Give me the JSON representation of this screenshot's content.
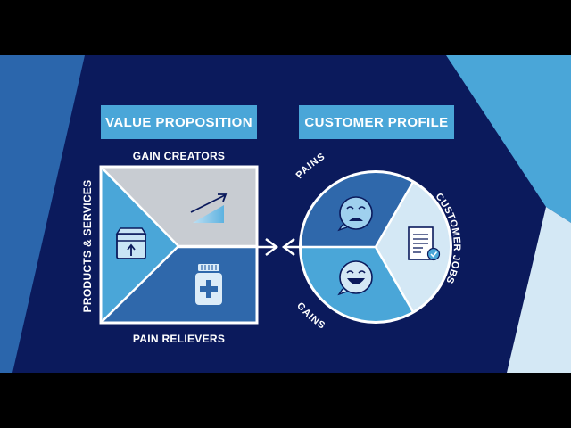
{
  "value_proposition": {
    "title": "VALUE PROPOSITION",
    "gain_creators": "GAIN CREATORS",
    "pain_relievers": "PAIN RELIEVERS",
    "products_services": "PRODUCTS & SERVICES"
  },
  "customer_profile": {
    "title": "CUSTOMER PROFILE",
    "pains": "PAINS",
    "gains": "GAINS",
    "customer_jobs": "CUSTOMER JOBS"
  },
  "colors": {
    "background": "#0b1a5c",
    "accent": "#4aa6d8",
    "light": "#d4e8f5",
    "mid": "#2f68ab",
    "grey": "#c8ccd2"
  },
  "icons": [
    "trend-chart-icon",
    "box-upload-icon",
    "medicine-bottle-icon",
    "crying-face-icon",
    "laughing-face-icon",
    "document-check-icon",
    "left-arrow-icon",
    "right-arrow-icon"
  ]
}
